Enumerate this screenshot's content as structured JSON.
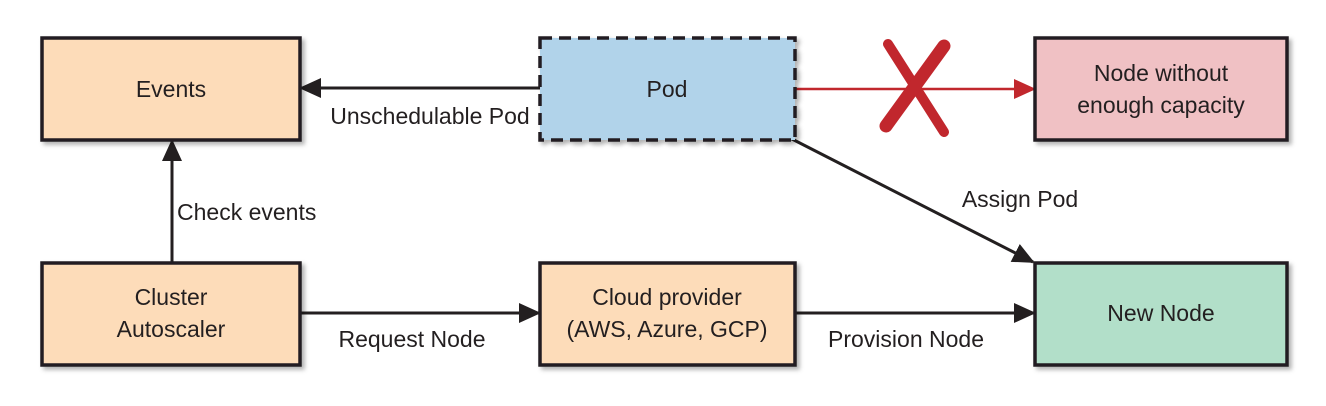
{
  "colors": {
    "events": "#fddcb9",
    "pod": "#b1d3ea",
    "node_without": "#f0c1c4",
    "autoscaler": "#fddcb9",
    "cloud": "#fddcb9",
    "new_node": "#b2dfc9",
    "reject": "#c1272d",
    "line": "#231f20"
  },
  "nodes": {
    "events": {
      "lines": [
        "Events"
      ]
    },
    "pod": {
      "lines": [
        "Pod"
      ]
    },
    "node_without": {
      "lines": [
        "Node without",
        "enough capacity"
      ]
    },
    "autoscaler": {
      "lines": [
        "Cluster",
        "Autoscaler"
      ]
    },
    "cloud": {
      "lines": [
        "Cloud provider",
        "(AWS, Azure, GCP)"
      ]
    },
    "new_node": {
      "lines": [
        "New Node"
      ]
    }
  },
  "edges": {
    "unschedulable": {
      "label": "Unschedulable Pod"
    },
    "check_events": {
      "label": "Check events"
    },
    "request_node": {
      "label": "Request Node"
    },
    "provision_node": {
      "label": "Provision Node"
    },
    "assign_pod": {
      "label": "Assign Pod"
    },
    "rejected": {
      "label": "",
      "icon": "x-mark-icon"
    }
  }
}
